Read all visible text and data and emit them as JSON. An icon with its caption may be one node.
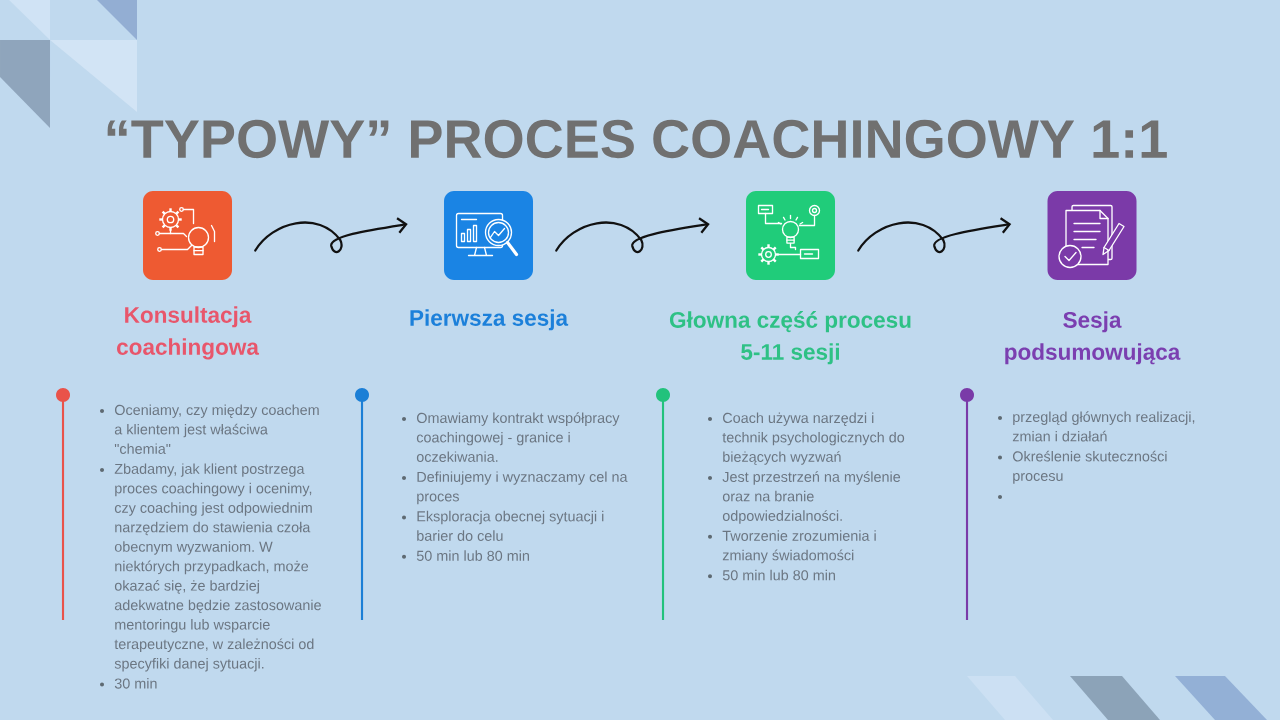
{
  "diagram": {
    "title": "“TYPOWY” PROCES COACHINGOWY 1:1",
    "nodes": [
      {
        "text": [
          "Konsultacja coachingowa"
        ],
        "beside": [
          "Oceniamy, czy między coachem a klientem jest właściwa \"chemia\"",
          "Zbadamy, jak klient postrzega proces coachingowy i ocenimy, czy coaching jest odpowiednim narzędziem do stawienia czoła obecnym wyzwaniom. W niektórych przypadkach, może okazać się, że bardziej adekwatne będzie zastosowanie mentoringu lub wsparcie terapeutyczne, w zależności od specyfiki danej sytuacji.",
          "30 min"
        ]
      },
      {
        "text": [
          "Pierwsza sesja"
        ],
        "beside": [
          "Omawiamy kontrakt współpracy coachingowej - granice i oczekiwania.",
          "Definiujemy i wyznaczamy cel na proces",
          "Eksploracja obecnej sytuacji i barier do celu",
          "50 min lub 80 min"
        ]
      },
      {
        "text": [
          "Głowna część procesu 5-11 sesji"
        ],
        "beside": [
          "Coach używa narzędzi i technik psychologicznych do bieżących wyzwań",
          "Jest przestrzeń na myślenie oraz na branie odpowiedzialności.",
          "Tworzenie zrozumienia i zmiany świadomości",
          "50 min lub 80 min"
        ]
      },
      {
        "text": [
          "Sesja podsumowująca"
        ],
        "beside": [
          "przegląd głównych realizacji, zmian i działań",
          "Określenie skuteczności procesu"
        ]
      }
    ],
    "edges": [
      {
        "from": 0,
        "to": 1,
        "arrow": "to"
      },
      {
        "from": 1,
        "to": 2,
        "arrow": "to"
      },
      {
        "from": 2,
        "to": 3,
        "arrow": "to"
      }
    ]
  }
}
